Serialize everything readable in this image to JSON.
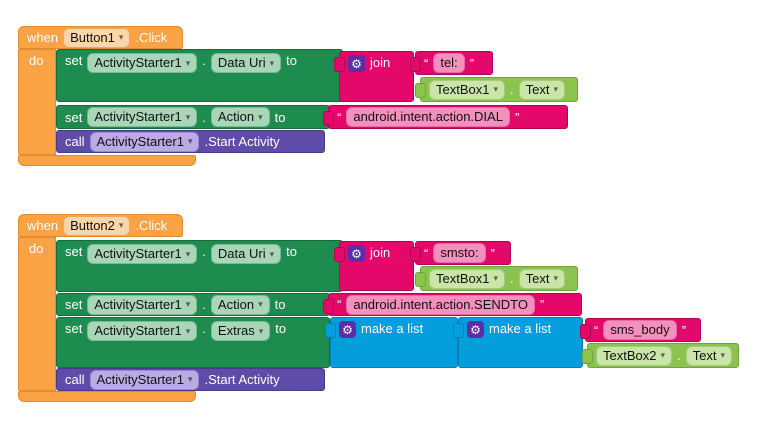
{
  "colors": {
    "event_orange": "#FBA245",
    "setter_green": "#1E8C4F",
    "text_pink": "#E5086B",
    "list_blue": "#059EDC",
    "call_purple": "#5E4CA8",
    "getter_green": "#8CC34F",
    "gear_purple": "#5B2EA8"
  },
  "labels": {
    "when": "when",
    "do": "do",
    "set": "set",
    "to": "to",
    "call": "call",
    "dot": ".",
    "join": "join",
    "make_a_list": "make a list",
    "open_quote": "“",
    "close_quote": "”",
    "dropdown_arrow": "▾",
    "gear": "⚙"
  },
  "stack1": {
    "event": {
      "component": "Button1",
      "suffix": ".Click"
    },
    "set_data_uri": {
      "component": "ActivityStarter1",
      "property": "Data Uri"
    },
    "join_text": "tel:",
    "join_getter": {
      "component": "TextBox1",
      "property": "Text"
    },
    "set_action": {
      "component": "ActivityStarter1",
      "property": "Action"
    },
    "action_text": "android.intent.action.DIAL",
    "call": {
      "component": "ActivityStarter1",
      "method": ".Start Activity"
    }
  },
  "stack2": {
    "event": {
      "component": "Button2",
      "suffix": ".Click"
    },
    "set_data_uri": {
      "component": "ActivityStarter1",
      "property": "Data Uri"
    },
    "join_text": "smsto:",
    "join_getter": {
      "component": "TextBox1",
      "property": "Text"
    },
    "set_action": {
      "component": "ActivityStarter1",
      "property": "Action"
    },
    "action_text": "android.intent.action.SENDTO",
    "set_extras": {
      "component": "ActivityStarter1",
      "property": "Extras"
    },
    "extras_text": "sms_body",
    "extras_getter": {
      "component": "TextBox2",
      "property": "Text"
    },
    "call": {
      "component": "ActivityStarter1",
      "method": ".Start Activity"
    }
  }
}
